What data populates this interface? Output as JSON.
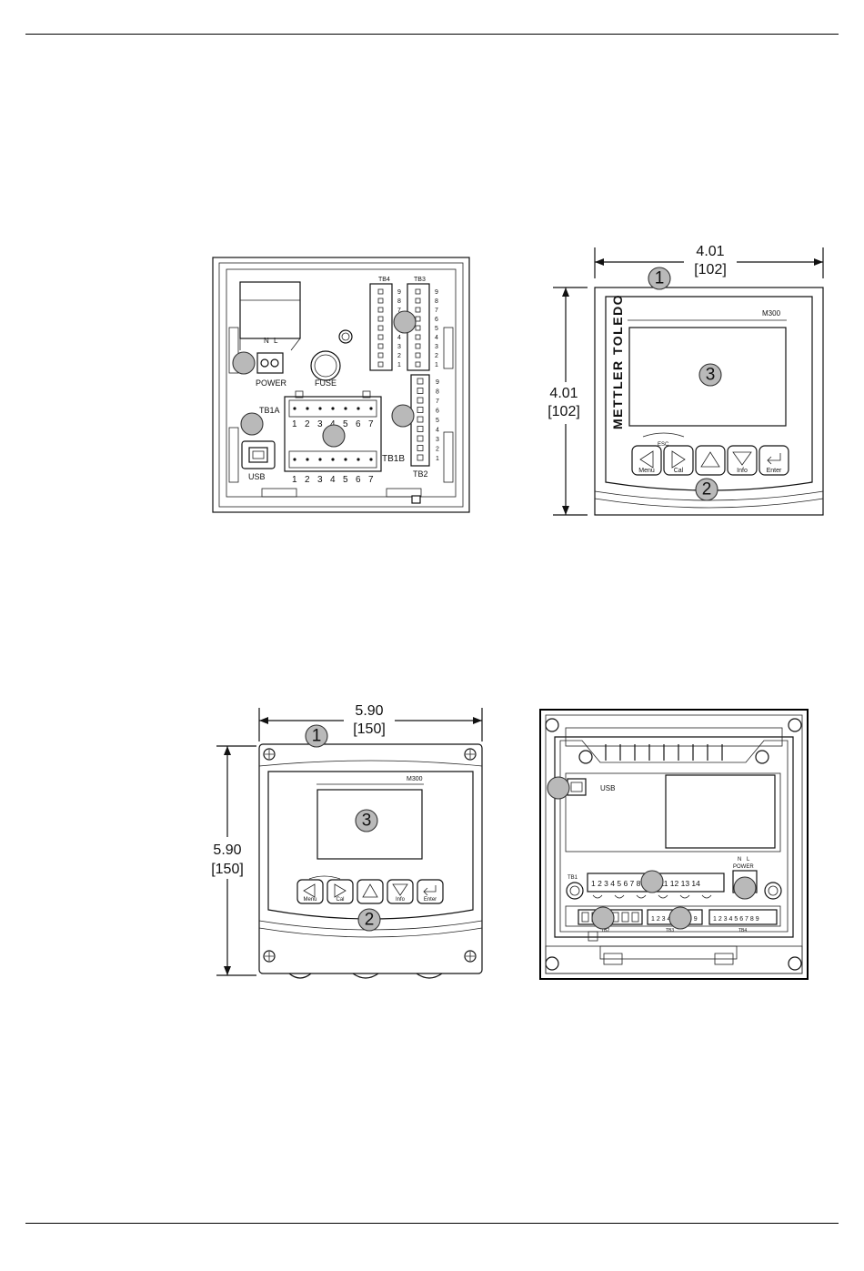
{
  "figure_tl": {
    "power_label": "POWER",
    "n_label": "N",
    "l_label": "L",
    "fuse_label": "FUSE",
    "tb1a_label": "TB1A",
    "tb1b_label": "TB1B",
    "usb_label": "USB",
    "tb2_label": "TB2",
    "tb3_label": "TB3",
    "tb4_label": "TB4",
    "tb1_numbers": [
      "1",
      "2",
      "3",
      "4",
      "5",
      "6",
      "7"
    ],
    "tb_vertical_numbers": [
      "9",
      "8",
      "7",
      "6",
      "5",
      "4",
      "3",
      "2",
      "1"
    ]
  },
  "figure_tr": {
    "width_dim": "4.01",
    "width_dim_mm": "[102]",
    "height_dim": "4.01",
    "height_dim_mm": "[102]",
    "brand": "METTLER TOLEDO",
    "model": "M300",
    "esc_label": "ESC",
    "keys": [
      "Menu",
      "Cal",
      "",
      "Info",
      "Enter"
    ]
  },
  "figure_bl": {
    "width_dim": "5.90",
    "width_dim_mm": "[150]",
    "height_dim": "5.90",
    "height_dim_mm": "[150]",
    "model": "M300",
    "keys": [
      "Menu",
      "Cal",
      "",
      "Info",
      "Enter"
    ]
  },
  "figure_br": {
    "usb_label": "USB",
    "power_label": "POWER",
    "n_label": "N",
    "l_label": "L",
    "tb1_label": "TB1",
    "tb2_label": "TB2",
    "tb3_label": "TB3",
    "tb4_label": "TB4",
    "tb1_numbers": "1 2 3 4 5 6 7 8 9 10 11 12 13 14",
    "tb3_numbers": "1 2 3 4 5 6 7 8 9",
    "tb4_numbers": "1 2 3 4 5 6 7 8 9"
  },
  "markers": {
    "tr_1": "1",
    "tr_2": "2",
    "tr_3": "3",
    "bl_1": "1",
    "bl_2": "2",
    "bl_3": "3"
  }
}
